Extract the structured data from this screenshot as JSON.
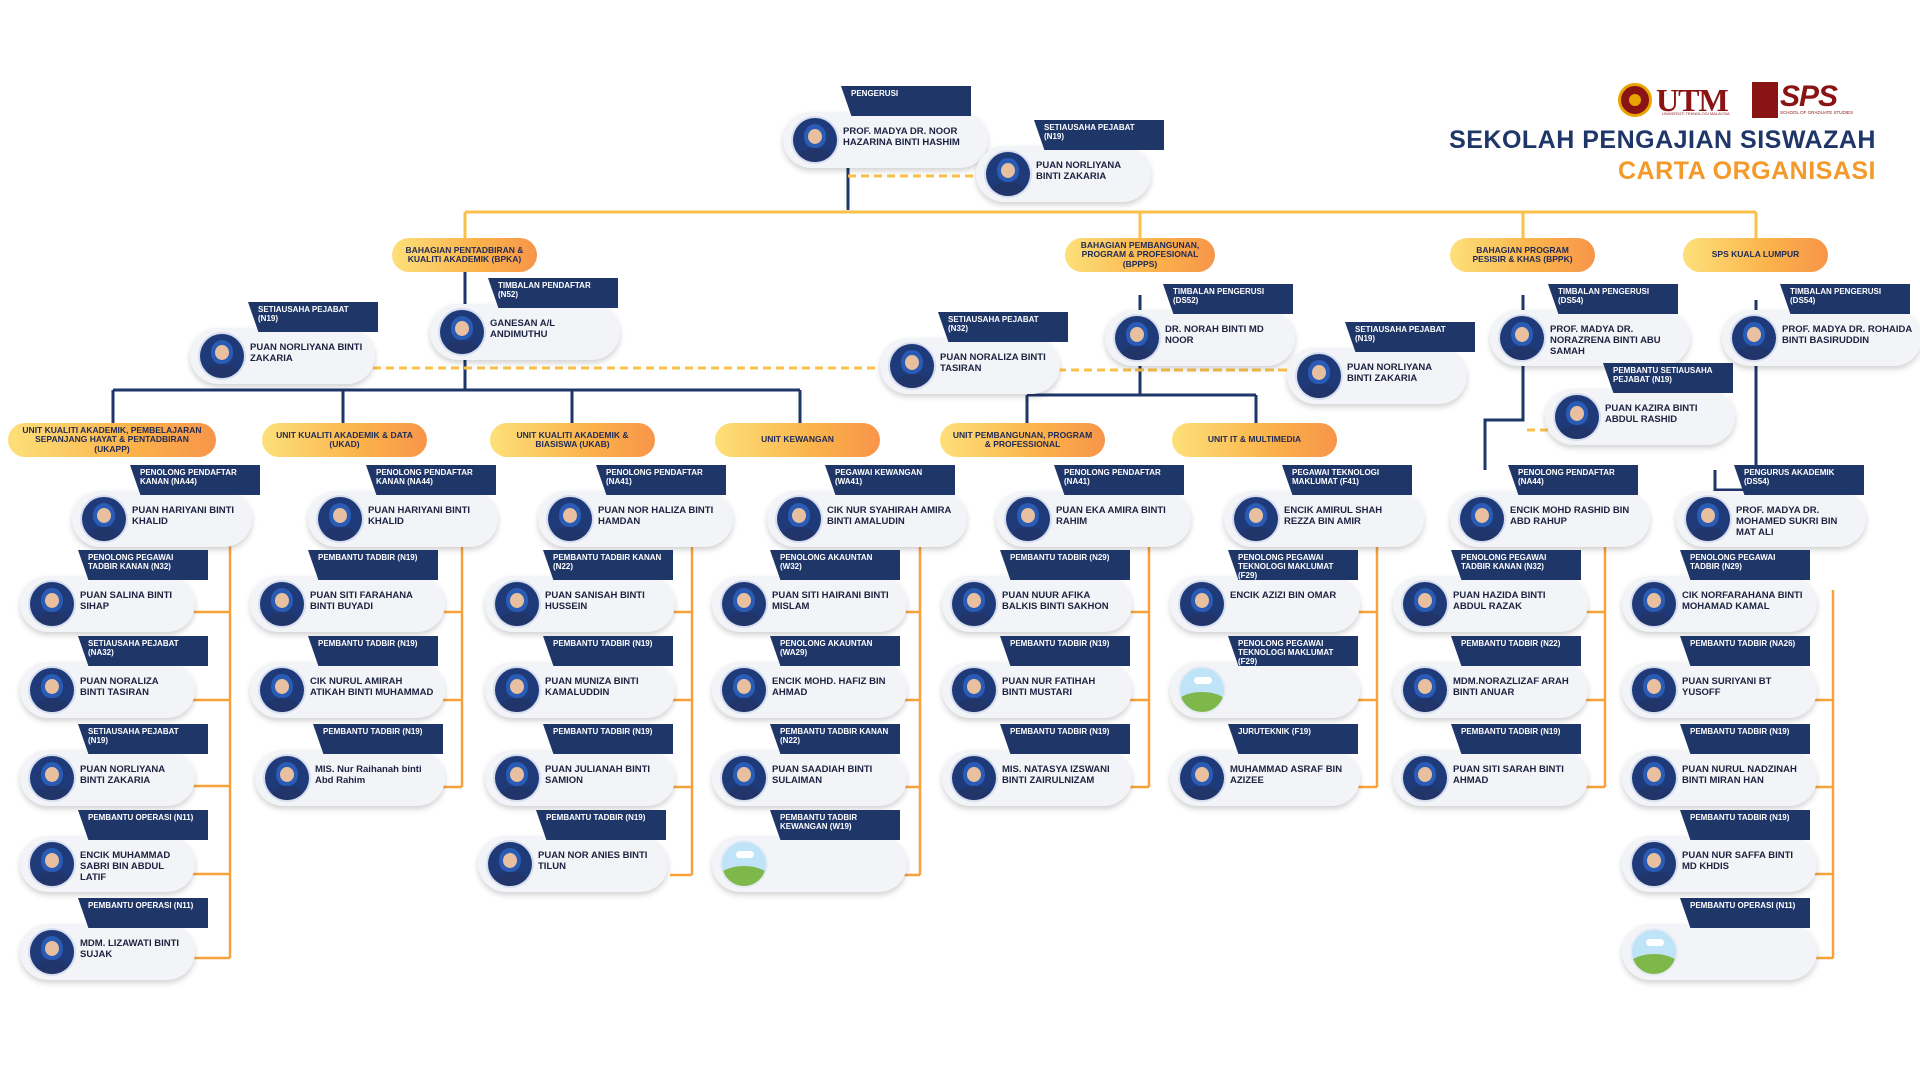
{
  "header": {
    "title": "SEKOLAH PENGAJIAN SISWAZAH",
    "subtitle": "CARTA ORGANISASI",
    "logo_utm": "UTM",
    "logo_utm_sub": "UNIVERSITI TEKNOLOGI MALAYSIA",
    "logo_sps": "SPS",
    "logo_sps_sub": "SCHOOL OF GRADUATE STUDIES"
  },
  "colors": {
    "navy": "#1f3669",
    "orange": "#f39a2a",
    "maroon": "#8a1414"
  },
  "units": [
    {
      "id": "bpka",
      "label": "BAHAGIAN PENTADBIRAN & KUALITI AKADEMIK (BPKA)"
    },
    {
      "id": "bppps",
      "label": "BAHAGIAN PEMBANGUNAN, PROGRAM & PROFESIONAL (BPPPS)"
    },
    {
      "id": "bppk",
      "label": "BAHAGIAN PROGRAM PESISIR & KHAS (BPPK)"
    },
    {
      "id": "kl",
      "label": "SPS KUALA LUMPUR"
    },
    {
      "id": "ukapp",
      "label": "UNIT KUALITI AKADEMIK, PEMBELAJARAN SEPANJANG HAYAT & PENTADBIRAN (UKAPP)"
    },
    {
      "id": "ukad",
      "label": "UNIT KUALITI AKADEMIK & DATA (UKAD)"
    },
    {
      "id": "ukab",
      "label": "UNIT KUALITI AKADEMIK & BIASISWA (UKAB)"
    },
    {
      "id": "uk",
      "label": "UNIT KEWANGAN"
    },
    {
      "id": "upp",
      "label": "UNIT PEMBANGUNAN, PROGRAM & PROFESSIONAL"
    },
    {
      "id": "uit",
      "label": "UNIT IT & MULTIMEDIA"
    }
  ],
  "people": [
    {
      "role": "PENGERUSI",
      "name": "PROF. MADYA DR. NOOR HAZARINA BINTI HASHIM",
      "photo": true
    },
    {
      "role": "SETIAUSAHA PEJABAT (N19)",
      "name": "PUAN NORLIYANA BINTI ZAKARIA",
      "photo": true
    },
    {
      "role": "SETIAUSAHA PEJABAT (N19)",
      "name": "PUAN NORLIYANA BINTI ZAKARIA",
      "photo": true
    },
    {
      "role": "TIMBALAN PENDAFTAR (N52)",
      "name": "GANESAN A/L ANDIMUTHU",
      "photo": true
    },
    {
      "role": "SETIAUSAHA PEJABAT (N32)",
      "name": "PUAN NORALIZA BINTI TASIRAN",
      "photo": true
    },
    {
      "role": "TIMBALAN PENGERUSI (DS52)",
      "name": "DR. NORAH BINTI MD NOOR",
      "photo": true
    },
    {
      "role": "SETIAUSAHA PEJABAT (N19)",
      "name": "PUAN NORLIYANA BINTI ZAKARIA",
      "photo": true
    },
    {
      "role": "TIMBALAN PENGERUSI (DS54)",
      "name": "PROF. MADYA DR. NORAZRENA BINTI ABU SAMAH",
      "photo": true
    },
    {
      "role": "PEMBANTU SETIAUSAHA PEJABAT (N19)",
      "name": "PUAN KAZIRA BINTI ABDUL RASHID",
      "photo": true
    },
    {
      "role": "TIMBALAN PENGERUSI (DS54)",
      "name": "PROF. MADYA DR. ROHAIDA BINTI BASIRUDDIN",
      "photo": true
    },
    {
      "role": "PENOLONG PENDAFTAR KANAN (NA44)",
      "name": "PUAN HARIYANI BINTI KHALID",
      "photo": true
    },
    {
      "role": "PENOLONG PEGAWAI TADBIR KANAN (N32)",
      "name": "PUAN SALINA BINTI SIHAP",
      "photo": true
    },
    {
      "role": "SETIAUSAHA PEJABAT (NA32)",
      "name": "PUAN NORALIZA BINTI TASIRAN",
      "photo": true
    },
    {
      "role": "SETIAUSAHA PEJABAT (N19)",
      "name": "PUAN NORLIYANA BINTI ZAKARIA",
      "photo": true
    },
    {
      "role": "PEMBANTU OPERASI (N11)",
      "name": "ENCIK MUHAMMAD SABRI BIN ABDUL LATIF",
      "photo": true
    },
    {
      "role": "PEMBANTU OPERASI (N11)",
      "name": "MDM. LIZAWATI BINTI SUJAK",
      "photo": true
    },
    {
      "role": "PENOLONG PENDAFTAR KANAN (NA44)",
      "name": "PUAN HARIYANI BINTI KHALID",
      "photo": true
    },
    {
      "role": "PEMBANTU TADBIR (N19)",
      "name": "PUAN SITI FARAHANA BINTI BUYADI",
      "photo": true
    },
    {
      "role": "PEMBANTU TADBIR (N19)",
      "name": "CIK NURUL AMIRAH ATIKAH BINTI MUHAMMAD",
      "photo": true
    },
    {
      "role": "PEMBANTU TADBIR (N19)",
      "name": "MIS. Nur Raihanah binti Abd Rahim",
      "photo": true,
      "mixed": true
    },
    {
      "role": "PENOLONG PENDAFTAR (NA41)",
      "name": "PUAN NOR HALIZA BINTI HAMDAN",
      "photo": true
    },
    {
      "role": "PEMBANTU TADBIR KANAN (N22)",
      "name": "PUAN SANISAH BINTI HUSSEIN",
      "photo": true
    },
    {
      "role": "PEMBANTU TADBIR (N19)",
      "name": "PUAN MUNIZA BINTI KAMALUDDIN",
      "photo": true
    },
    {
      "role": "PEMBANTU TADBIR (N19)",
      "name": "PUAN JULIANAH BINTI SAMION",
      "photo": true
    },
    {
      "role": "PEMBANTU TADBIR (N19)",
      "name": "PUAN NOR ANIES BINTI TILUN",
      "photo": true
    },
    {
      "role": "PEGAWAI KEWANGAN (WA41)",
      "name": "CIK NUR SYAHIRAH AMIRA BINTI AMALUDIN",
      "photo": true
    },
    {
      "role": "PENOLONG AKAUNTAN (W32)",
      "name": "PUAN SITI HAIRANI BINTI MISLAM",
      "photo": true
    },
    {
      "role": "PENOLONG AKAUNTAN (WA29)",
      "name": "ENCIK MOHD. HAFIZ BIN AHMAD",
      "photo": true
    },
    {
      "role": "PEMBANTU TADBIR KANAN (N22)",
      "name": "PUAN SAADIAH BINTI SULAIMAN",
      "photo": true
    },
    {
      "role": "PEMBANTU TADBIR KEWANGAN (W19)",
      "name": "",
      "photo": false
    },
    {
      "role": "PENOLONG PENDAFTAR (NA41)",
      "name": "PUAN EKA AMIRA BINTI RAHIM",
      "photo": true
    },
    {
      "role": "PEMBANTU TADBIR (N29)",
      "name": "PUAN NUUR AFIKA BALKIS BINTI SAKHON",
      "photo": true
    },
    {
      "role": "PEMBANTU TADBIR (N19)",
      "name": "PUAN NUR FATIHAH BINTI MUSTARI",
      "photo": true
    },
    {
      "role": "PEMBANTU TADBIR (N19)",
      "name": "MIS. NATASYA IZSWANI BINTI ZAIRULNIZAM",
      "photo": true
    },
    {
      "role": "PEGAWAI TEKNOLOGI MAKLUMAT (F41)",
      "name": "ENCIK AMIRUL SHAH REZZA BIN AMIR",
      "photo": true
    },
    {
      "role": "PENOLONG PEGAWAI TEKNOLOGI MAKLUMAT (F29)",
      "name": "ENCIK AZIZI BIN OMAR",
      "photo": true
    },
    {
      "role": "PENOLONG PEGAWAI TEKNOLOGI MAKLUMAT (F29)",
      "name": "",
      "photo": false
    },
    {
      "role": "JURUTEKNIK (F19)",
      "name": "MUHAMMAD ASRAF BIN AZIZEE",
      "photo": true
    },
    {
      "role": "PENOLONG PENDAFTAR (NA44)",
      "name": "ENCIK MOHD RASHID BIN ABD RAHUP",
      "photo": true
    },
    {
      "role": "PENOLONG PEGAWAI TADBIR KANAN (N32)",
      "name": "PUAN HAZIDA BINTI ABDUL RAZAK",
      "photo": true
    },
    {
      "role": "PEMBANTU TADBIR (N22)",
      "name": "MDM.NORAZLIZAF ARAH BINTI ANUAR",
      "photo": true
    },
    {
      "role": "PEMBANTU TADBIR (N19)",
      "name": "PUAN SITI SARAH BINTI AHMAD",
      "photo": true
    },
    {
      "role": "PENGURUS AKADEMIK (DS54)",
      "name": "PROF. MADYA DR. MOHAMED SUKRI BIN MAT ALI",
      "photo": true
    },
    {
      "role": "PENOLONG PEGAWAI TADBIR (N29)",
      "name": "CIK NORFARAHANA BINTI MOHAMAD KAMAL",
      "photo": true
    },
    {
      "role": "PEMBANTU TADBIR (NA26)",
      "name": "PUAN SURIYANI BT YUSOFF",
      "photo": true
    },
    {
      "role": "PEMBANTU TADBIR (N19)",
      "name": "PUAN NURUL NADZINAH BINTI MIRAN HAN",
      "photo": true
    },
    {
      "role": "PEMBANTU TADBIR (N19)",
      "name": "PUAN NUR SAFFA BINTI MD KHDIS",
      "photo": true
    },
    {
      "role": "PEMBANTU OPERASI (N11)",
      "name": "",
      "photo": false
    }
  ]
}
